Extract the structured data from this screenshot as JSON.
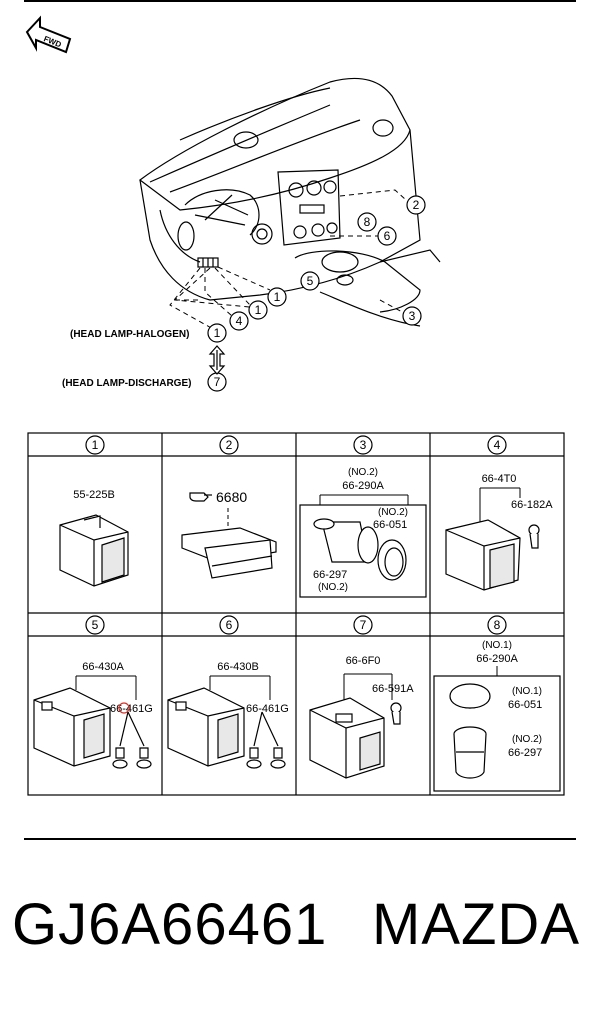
{
  "orientation_label": "FWD",
  "callouts": {
    "c1": "1",
    "c2": "2",
    "c3": "3",
    "c4": "4",
    "c5": "5",
    "c6": "6",
    "c7": "7",
    "c8": "8"
  },
  "variants": {
    "halogen": "(HEAD LAMP-HALOGEN)",
    "discharge": "(HEAD LAMP-DISCHARGE)"
  },
  "cells": [
    {
      "num": "1",
      "parts": [
        "55-225B"
      ]
    },
    {
      "num": "2",
      "ref": "6680"
    },
    {
      "num": "3",
      "parts": [
        "(NO.2)",
        "66-290A",
        "(NO.2)",
        "66-051",
        "66-297",
        "(NO.2)"
      ]
    },
    {
      "num": "4",
      "parts": [
        "66-4T0",
        "66-182A"
      ]
    },
    {
      "num": "5",
      "parts": [
        "66-430A",
        "66-461G"
      ]
    },
    {
      "num": "6",
      "parts": [
        "66-430B",
        "66-461G"
      ]
    },
    {
      "num": "7",
      "parts": [
        "66-6F0",
        "66-591A"
      ]
    },
    {
      "num": "8",
      "parts": [
        "(NO.1)",
        "66-290A",
        "(NO.1)",
        "66-051",
        "(NO.2)",
        "66-297"
      ]
    }
  ],
  "footer": {
    "part_number": "GJ6A66461",
    "brand": "MAZDA"
  },
  "colors": {
    "highlight": "#d8342c",
    "line": "#000000"
  },
  "icons": {
    "fwd": "fwd-arrow-icon",
    "ref": "pointing-hand-icon",
    "updown": "double-arrow-icon"
  }
}
